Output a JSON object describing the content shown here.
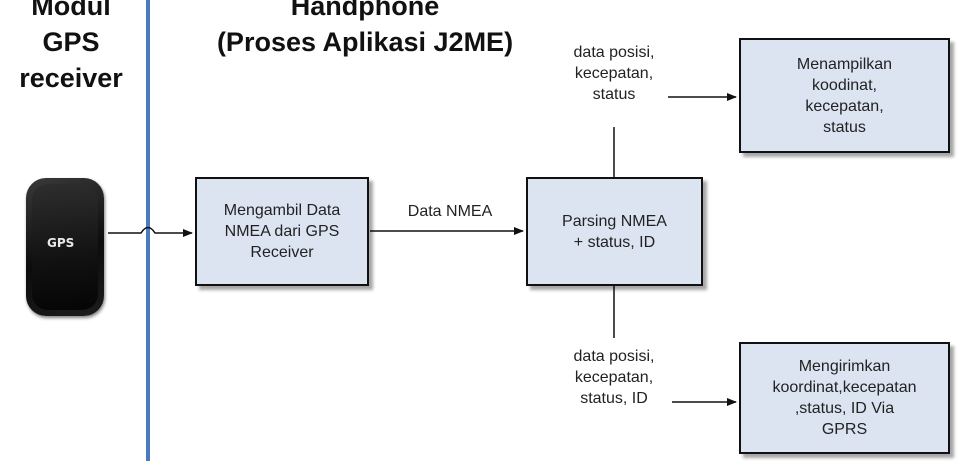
{
  "headings": {
    "left": [
      "Modul",
      "GPS",
      "receiver"
    ],
    "right": [
      "Handphone",
      "(Proses Aplikasi J2ME)"
    ]
  },
  "device": {
    "logo_text": "GPS"
  },
  "boxes": {
    "ambil": [
      "Mengambil Data",
      "NMEA dari GPS",
      "Receiver"
    ],
    "parsing": [
      "Parsing NMEA",
      "+ status, ID"
    ],
    "tampil": [
      "Menampilkan",
      "koodinat,",
      "kecepatan,",
      "status"
    ],
    "kirim": [
      "Mengirimkan",
      "koordinat,kecepatan",
      ",status, ID Via",
      "GPRS"
    ]
  },
  "labels": {
    "nmea": "Data NMEA",
    "upper": [
      "data posisi,",
      "kecepatan,",
      "status"
    ],
    "lower": [
      "data posisi,",
      "kecepatan,",
      "status, ID"
    ]
  },
  "colors": {
    "box_fill": "#dce4f2",
    "divider": "#4a7bbf",
    "line": "#111111"
  }
}
